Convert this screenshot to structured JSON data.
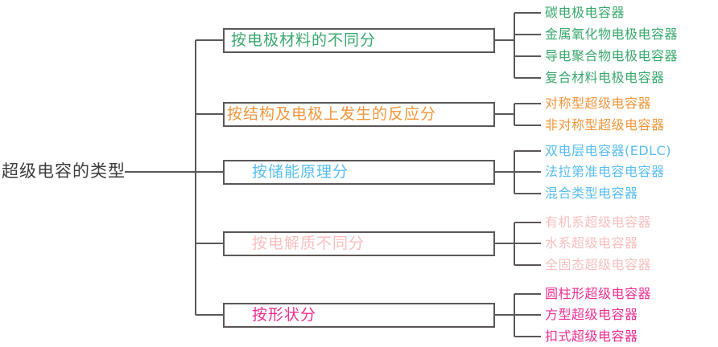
{
  "diagram": {
    "type": "tree-mindmap",
    "root": {
      "label": "超级电容的类型",
      "color": "#3c3c3c"
    },
    "branches": [
      {
        "label": "按电极材料的不同分",
        "color": "#3aa76d",
        "indent": "small",
        "leaves": [
          "碳电极电容器",
          "金属氧化物电极电容器",
          "导电聚合物电极电容器",
          "复合材料电极电容器"
        ]
      },
      {
        "label": "按结构及电极上发生的反应分",
        "color": "#f0963c",
        "indent": "none",
        "leaves": [
          "对称型超级电容器",
          "非对称型超级电容器"
        ]
      },
      {
        "label": "按储能原理分",
        "color": "#59bdf0",
        "indent": "large",
        "leaves": [
          "双电层电容器(EDLC)",
          "法拉第准电容电容器",
          "混合类型电容器"
        ]
      },
      {
        "label": "按电解质不同分",
        "color": "#f8c0c0",
        "indent": "large",
        "leaves": [
          "有机系超级电容器",
          "水系超级电容器",
          "全固态超级电容器"
        ]
      },
      {
        "label": "按形状分",
        "color": "#ef2f92",
        "indent": "large",
        "leaves": [
          "圆柱形超级电容器",
          "方型超级电容器",
          "扣式超级电容器"
        ]
      }
    ],
    "style": {
      "line_color": "#5c5757",
      "box_border_color": "#5c5757",
      "background": "#ffffff"
    }
  }
}
